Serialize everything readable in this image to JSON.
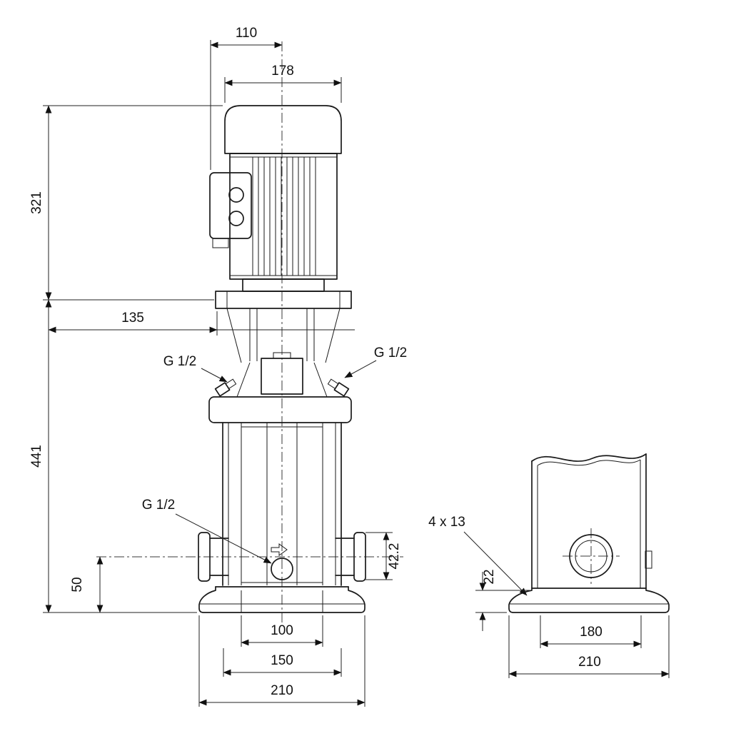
{
  "drawing": {
    "front_view": {
      "dim_110": "110",
      "dim_178": "178",
      "dim_321": "321",
      "dim_441": "441",
      "dim_135": "135",
      "plug_top_left": "G 1/2",
      "plug_top_right": "G 1/2",
      "plug_drain": "G 1/2",
      "dim_42_2": "42.2",
      "dim_50": "50",
      "dim_100": "100",
      "dim_150": "150",
      "dim_210": "210"
    },
    "side_view": {
      "dim_holes": "4 x 13",
      "dim_22": "22",
      "dim_180": "180",
      "dim_210": "210"
    }
  }
}
